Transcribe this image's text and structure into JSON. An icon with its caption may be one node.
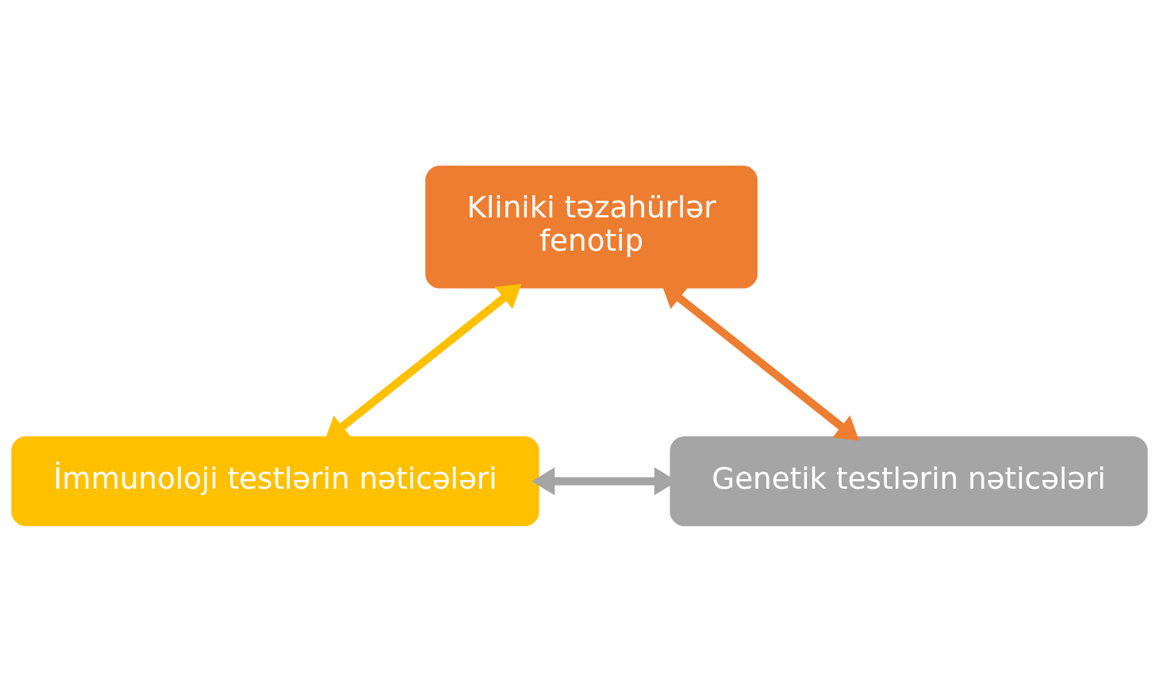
{
  "diagram": {
    "nodes": [
      {
        "text": [
          "Kliniki təzahürlər",
          "fenotip"
        ]
      },
      {
        "text": [
          "İmmunoloji testlərin nəticələri"
        ]
      },
      {
        "text": [
          "Genetik testlərin nəticələri"
        ]
      }
    ],
    "edges": [
      {
        "from": 0,
        "to": 1,
        "arrow": "both",
        "color": "#ffc000"
      },
      {
        "from": 0,
        "to": 2,
        "arrow": "both",
        "color": "#ed7d31"
      },
      {
        "from": 1,
        "to": 2,
        "arrow": "both",
        "color": "#a5a5a5"
      }
    ]
  }
}
